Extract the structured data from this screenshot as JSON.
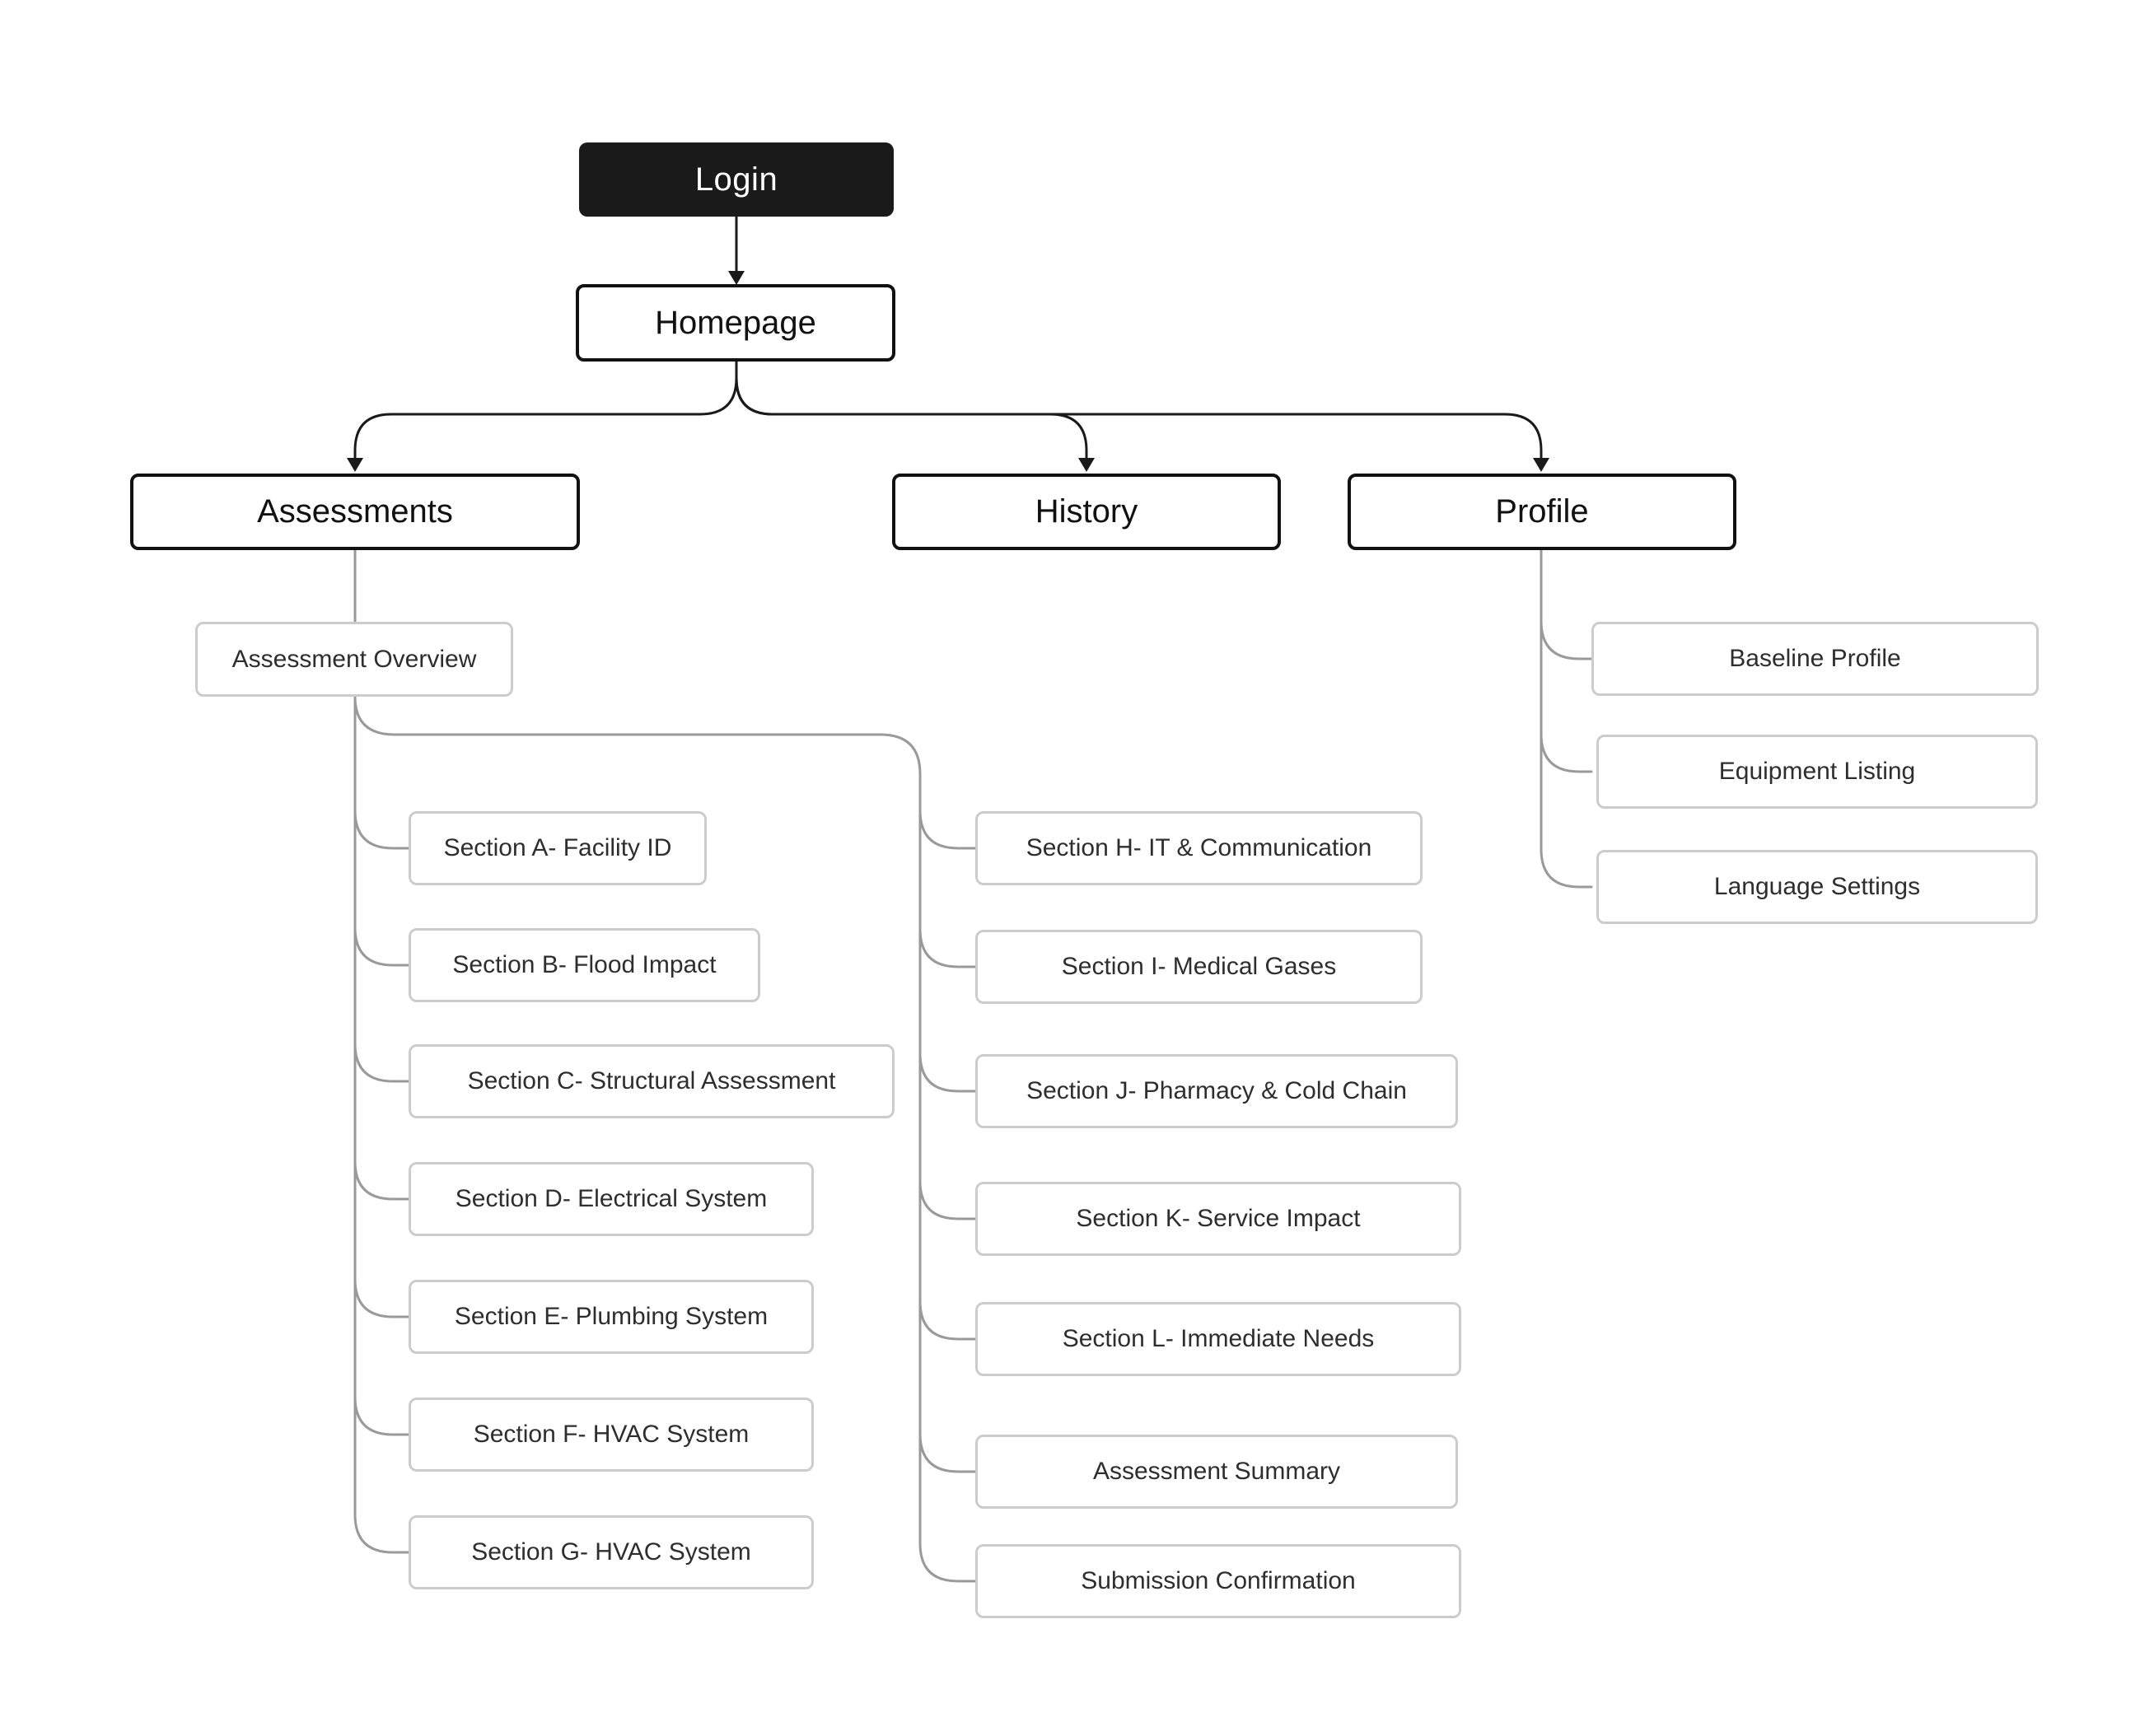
{
  "diagram": {
    "nodes": {
      "login": "Login",
      "homepage": "Homepage",
      "assessments": "Assessments",
      "history": "History",
      "profile": "Profile",
      "assessment_overview": "Assessment Overview"
    },
    "assessment_sections_left": [
      "Section A- Facility ID",
      "Section B- Flood Impact",
      "Section C- Structural Assessment",
      "Section D- Electrical System",
      "Section E- Plumbing System",
      "Section F- HVAC System",
      "Section G- HVAC System"
    ],
    "assessment_sections_right": [
      "Section H- IT & Communication",
      "Section I- Medical Gases",
      "Section J- Pharmacy & Cold Chain",
      "Section K- Service Impact",
      "Section L- Immediate Needs",
      "Assessment Summary",
      "Submission Confirmation"
    ],
    "profile_children": [
      "Baseline Profile",
      "Equipment Listing",
      "Language Settings"
    ],
    "colors": {
      "primary_node_bg": "#1a1a1a",
      "primary_node_text": "#ffffff",
      "outline_node_border": "#111111",
      "child_node_border": "#cccccc",
      "connector_dark": "#1a1a1a",
      "connector_light": "#9a9a9a",
      "background": "#ffffff"
    }
  }
}
